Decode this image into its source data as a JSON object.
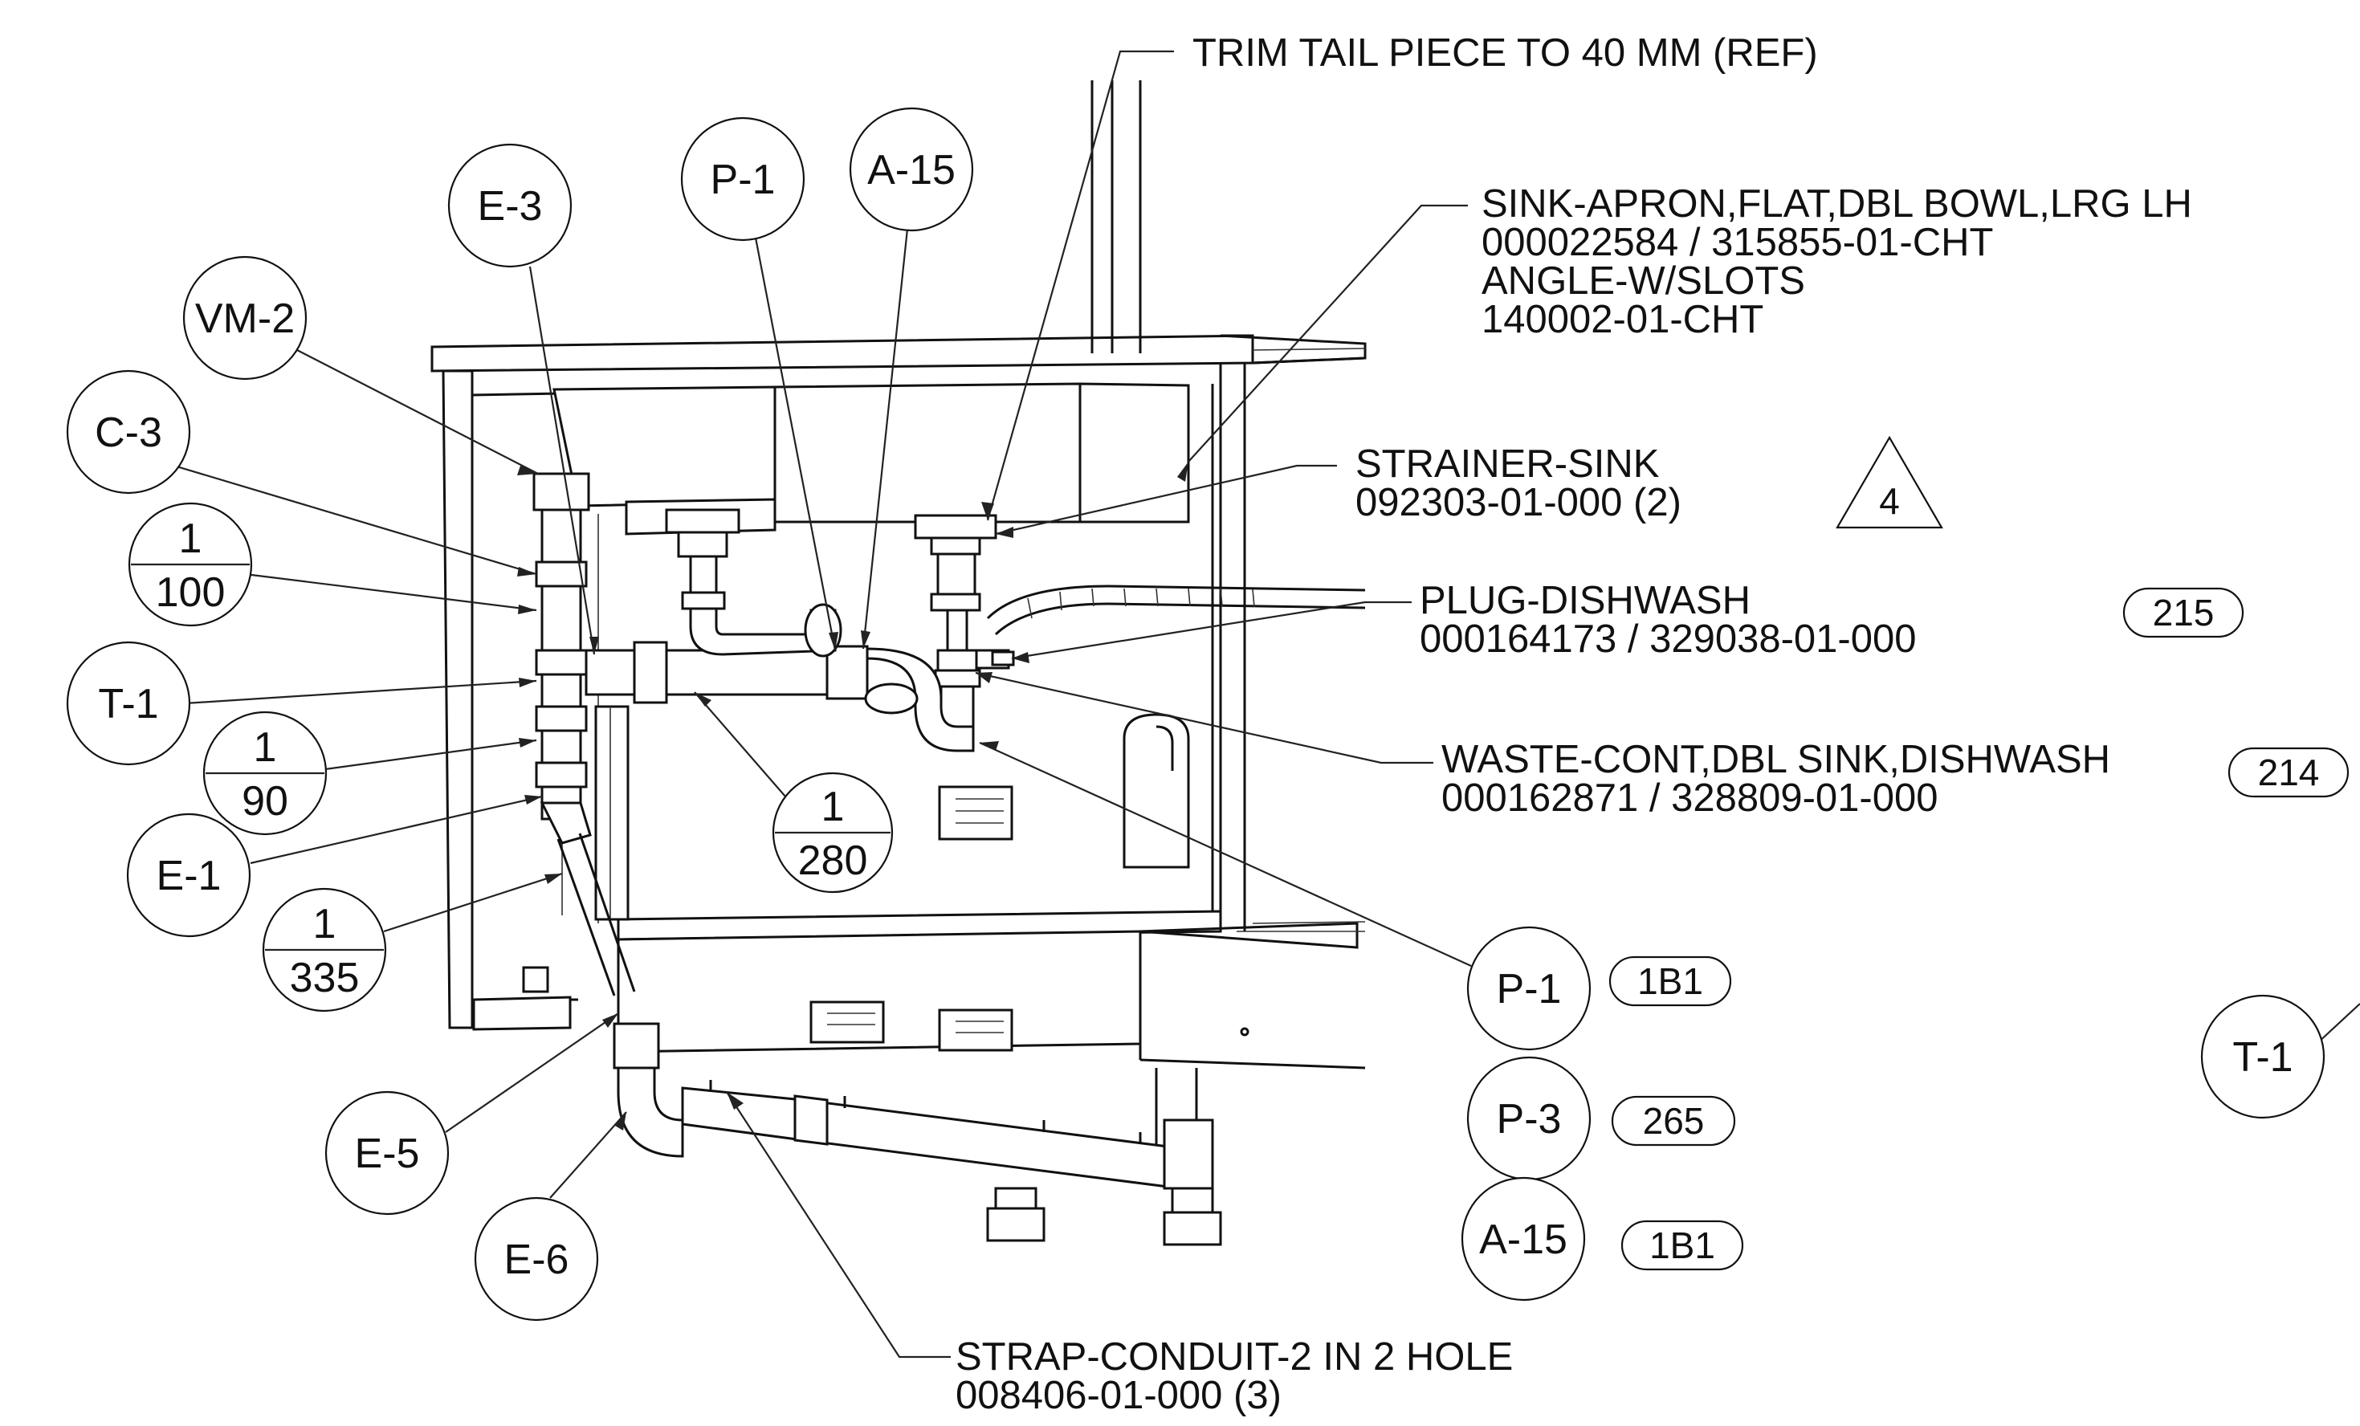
{
  "callouts": {
    "e3": "E-3",
    "p1_top": "P-1",
    "a15_top": "A-15",
    "vm2": "VM-2",
    "c3": "C-3",
    "t1_left": "T-1",
    "e1": "E-1",
    "e5": "E-5",
    "e6": "E-6",
    "p1_right": "P-1",
    "p3": "P-3",
    "a15_right": "A-15",
    "t1_far": "T-1"
  },
  "fractions": {
    "f100": {
      "num": "1",
      "den": "100"
    },
    "f90": {
      "num": "1",
      "den": "90"
    },
    "f335": {
      "num": "1",
      "den": "335"
    },
    "f280": {
      "num": "1",
      "den": "280"
    }
  },
  "notes": {
    "trim": "TRIM TAIL PIECE TO 40 MM (REF)",
    "sink_line1": "SINK-APRON,FLAT,DBL BOWL,LRG LH",
    "sink_line2": "000022584 / 315855-01-CHT",
    "sink_line3": "ANGLE-W/SLOTS",
    "sink_line4": "140002-01-CHT",
    "strainer_line1": "STRAINER-SINK",
    "strainer_line2": "092303-01-000 (2)",
    "strainer_rev": "4",
    "plug_line1": "PLUG-DISHWASH",
    "plug_line2": "000164173 / 329038-01-000",
    "waste_line1": "WASTE-CONT,DBL SINK,DISHWASH",
    "waste_line2": "000162871 / 328809-01-000",
    "strap_line1": "STRAP-CONDUIT-2 IN 2 HOLE",
    "strap_line2": "008406-01-000 (3)"
  },
  "tags": {
    "plug": "215",
    "waste": "214",
    "p1": "1B1",
    "p3": "265",
    "a15": "1B1"
  }
}
